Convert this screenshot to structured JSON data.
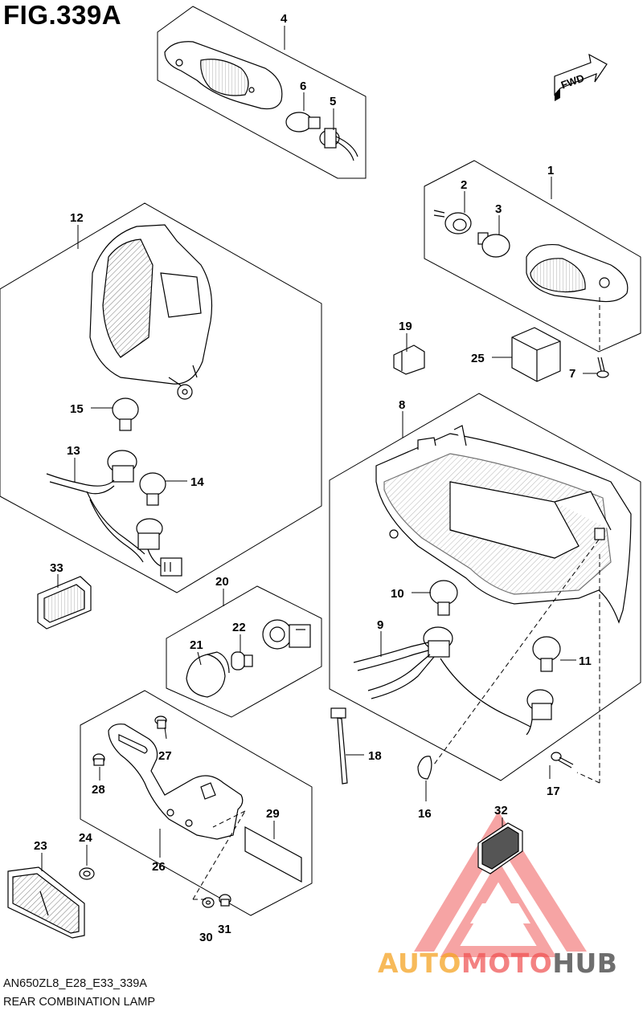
{
  "figure": {
    "title": "FIG.339A",
    "code": "AN650ZL8_E28_E33_339A",
    "name": "REAR COMBINATION LAMP"
  },
  "fwd_label": "FWD",
  "watermark": {
    "part1": "AUTO",
    "part2": "MOTO",
    "part3": "HUB"
  },
  "part_numbers": [
    "1",
    "2",
    "3",
    "4",
    "5",
    "6",
    "7",
    "8",
    "9",
    "10",
    "11",
    "12",
    "13",
    "14",
    "15",
    "16",
    "17",
    "18",
    "19",
    "20",
    "21",
    "22",
    "23",
    "24",
    "25",
    "26",
    "27",
    "28",
    "29",
    "30",
    "31",
    "32",
    "33"
  ]
}
